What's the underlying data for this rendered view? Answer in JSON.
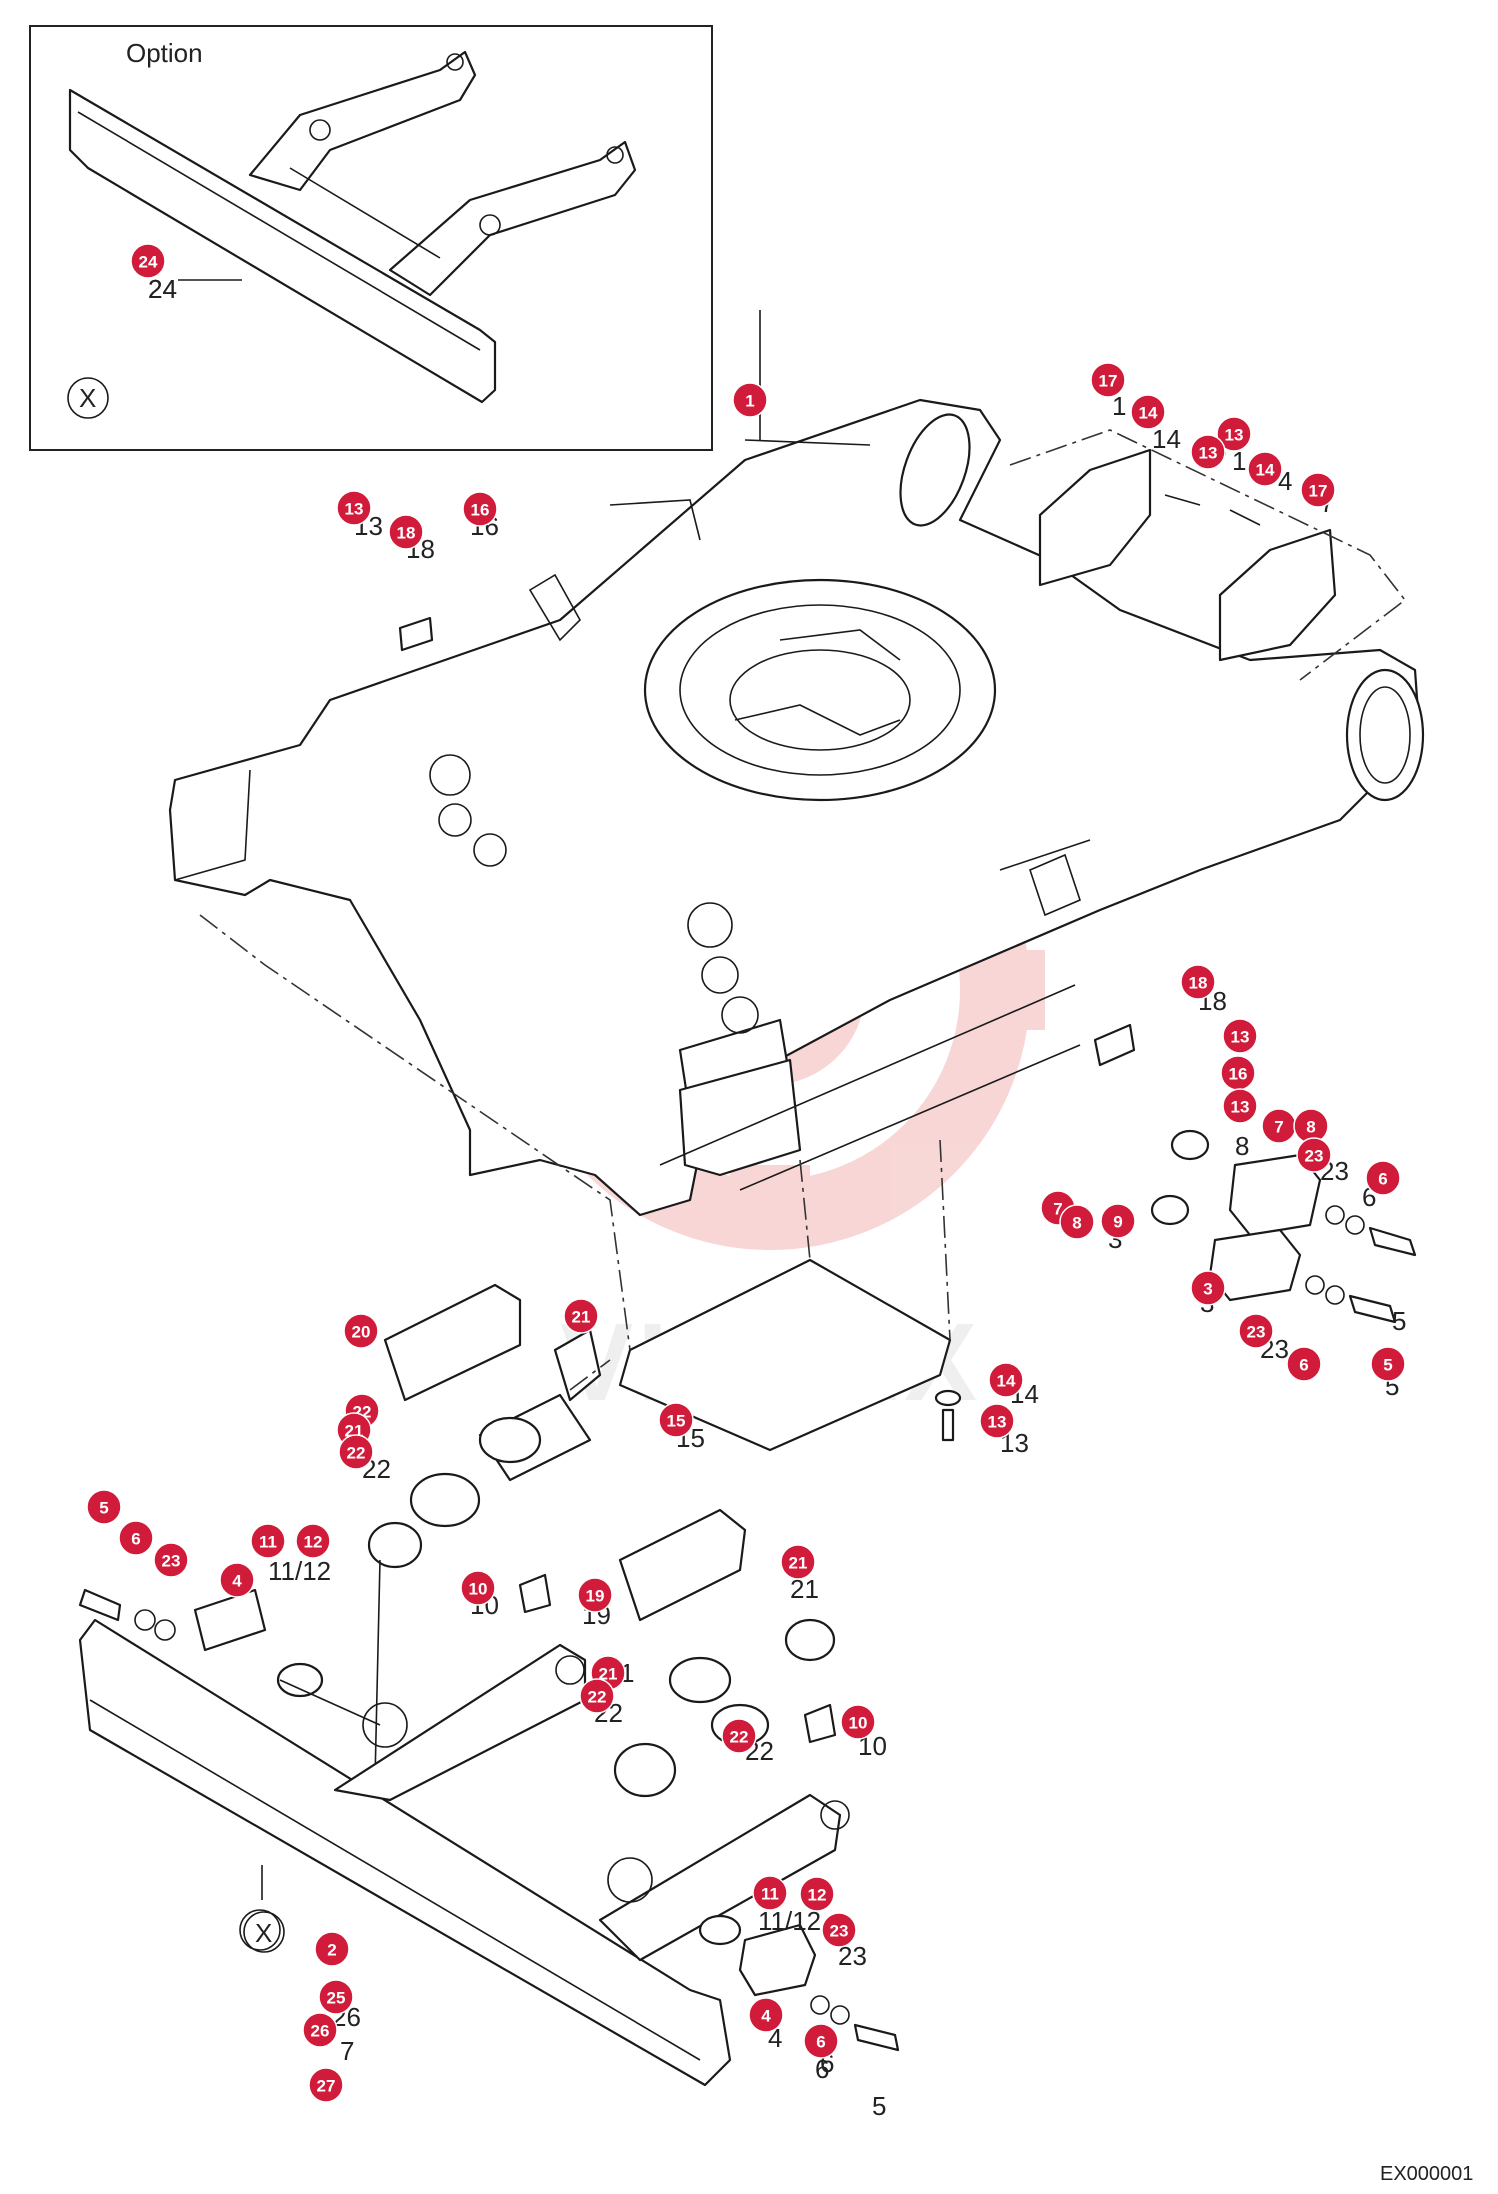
{
  "inset": {
    "title": "Option",
    "section_marker": "X",
    "part_number": "24"
  },
  "main_section_marker": "X",
  "drawing_code": "EX000001",
  "watermark": "VIHTEX",
  "colors": {
    "badge": "#d01c3a",
    "watermark": "#f3b6b6"
  },
  "callouts": [
    {
      "n": "24"
    },
    {
      "n": "1"
    },
    {
      "n": "17"
    },
    {
      "n": "14"
    },
    {
      "n": "13"
    },
    {
      "n": "13"
    },
    {
      "n": "14"
    },
    {
      "n": "17"
    },
    {
      "n": "13"
    },
    {
      "n": "18"
    },
    {
      "n": "16"
    },
    {
      "n": "18"
    },
    {
      "n": "13"
    },
    {
      "n": "16"
    },
    {
      "n": "13"
    },
    {
      "n": "7"
    },
    {
      "n": "8"
    },
    {
      "n": "23"
    },
    {
      "n": "6"
    },
    {
      "n": "7"
    },
    {
      "n": "8"
    },
    {
      "n": "9"
    },
    {
      "n": "3"
    },
    {
      "n": "23"
    },
    {
      "n": "6"
    },
    {
      "n": "5"
    },
    {
      "n": "20"
    },
    {
      "n": "21"
    },
    {
      "n": "22"
    },
    {
      "n": "21"
    },
    {
      "n": "22"
    },
    {
      "n": "15"
    },
    {
      "n": "14"
    },
    {
      "n": "13"
    },
    {
      "n": "5"
    },
    {
      "n": "6"
    },
    {
      "n": "23"
    },
    {
      "n": "4"
    },
    {
      "n": "11"
    },
    {
      "n": "12"
    },
    {
      "n": "10"
    },
    {
      "n": "19"
    },
    {
      "n": "21"
    },
    {
      "n": "21"
    },
    {
      "n": "22"
    },
    {
      "n": "22"
    },
    {
      "n": "10"
    },
    {
      "n": "11"
    },
    {
      "n": "12"
    },
    {
      "n": "23"
    },
    {
      "n": "4"
    },
    {
      "n": "6"
    },
    {
      "n": "2"
    },
    {
      "n": "25"
    },
    {
      "n": "26"
    },
    {
      "n": "27"
    }
  ],
  "grey_labels": [
    {
      "t": "24"
    },
    {
      "t": "1"
    },
    {
      "t": "14"
    },
    {
      "t": "13"
    },
    {
      "t": "1"
    },
    {
      "t": "4"
    },
    {
      "t": "7"
    },
    {
      "t": "13"
    },
    {
      "t": "18"
    },
    {
      "t": "16"
    },
    {
      "t": "18"
    },
    {
      "t": "8"
    },
    {
      "t": "23"
    },
    {
      "t": "6"
    },
    {
      "t": "3"
    },
    {
      "t": "23"
    },
    {
      "t": "5"
    },
    {
      "t": "5"
    },
    {
      "t": "14"
    },
    {
      "t": "13"
    },
    {
      "t": "15"
    },
    {
      "t": "3"
    },
    {
      "t": "11/12"
    },
    {
      "t": "10"
    },
    {
      "t": "19"
    },
    {
      "t": "21"
    },
    {
      "t": "22"
    },
    {
      "t": "22"
    },
    {
      "t": "1"
    },
    {
      "t": "22"
    },
    {
      "t": "10"
    },
    {
      "t": "11/12"
    },
    {
      "t": "23"
    },
    {
      "t": "6"
    },
    {
      "t": "5"
    },
    {
      "t": "26"
    },
    {
      "t": "7"
    },
    {
      "t": "4"
    },
    {
      "t": "6"
    }
  ]
}
